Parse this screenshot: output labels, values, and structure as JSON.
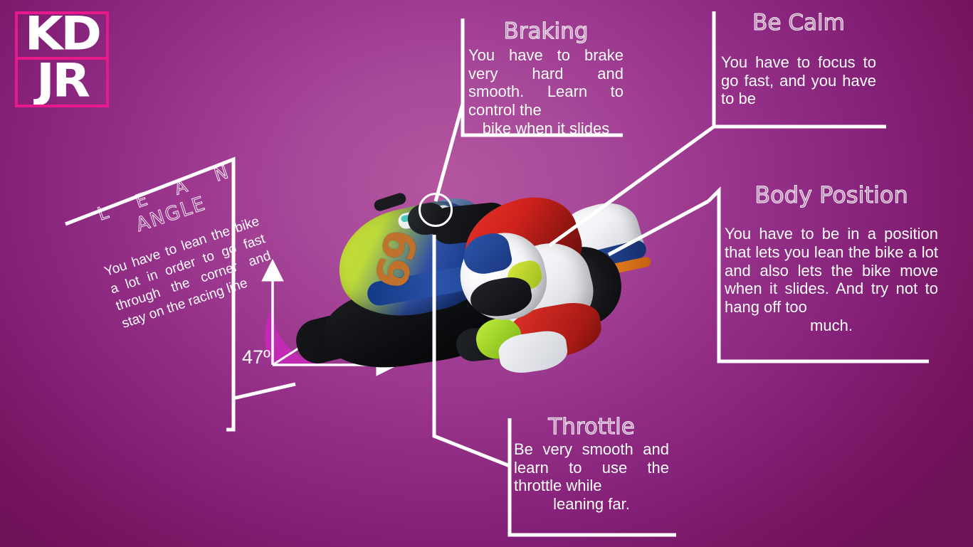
{
  "logo": {
    "line1": "KD",
    "line2": "JR",
    "border_color": "#e8198b"
  },
  "background": {
    "color_center": "#b4569f",
    "color_edge": "#6d1158"
  },
  "subject": {
    "name": "motorcycle-racer",
    "bike_number": "69",
    "marker_label": "handlebar-highlight-circle"
  },
  "angle_indicator": {
    "label": "47º",
    "wedge_color": "#c42ab5",
    "axis_color": "#ffffff"
  },
  "lean_angle": {
    "title_top": "L E A N",
    "title_bottom": "ANGLE",
    "body": "You have to lean the bike a lot in order to go fast through the corner and stay on the racing line"
  },
  "callouts": [
    {
      "id": "braking",
      "title": "Braking",
      "body": "You have to brake very hard and smooth. Learn to control the",
      "body_last": "bike when it slides"
    },
    {
      "id": "be-calm",
      "title": "Be Calm",
      "body": "You have to focus to go fast, and you have to be",
      "body_last": ""
    },
    {
      "id": "body-position",
      "title": "Body Position",
      "body": "You have to be in a position that lets you lean the bike a lot and also lets the bike move when it slides. And try not to hang off too",
      "body_last": "much."
    },
    {
      "id": "throttle",
      "title": "Throttle",
      "body": "Be very smooth and learn to use the throttle while",
      "body_last": "leaning far."
    }
  ]
}
